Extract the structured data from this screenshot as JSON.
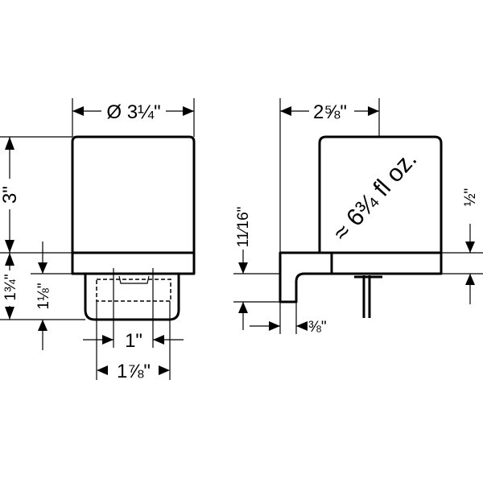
{
  "front_view": {
    "width_label": "Ø 3¼\"",
    "height_label": "3\"",
    "lower_height_label": "1¾\"",
    "pump_height_label": "1⅛\"",
    "nozzle_width_label": "1\"",
    "pump_width_label": "1⅞\""
  },
  "side_view": {
    "depth_label": "2⅝\"",
    "bracket_height_label": "11⁄16\"",
    "base_height_label": "½\"",
    "bracket_thickness_label": "⅜\"",
    "capacity_label": "≈ 6¾ fl oz."
  }
}
